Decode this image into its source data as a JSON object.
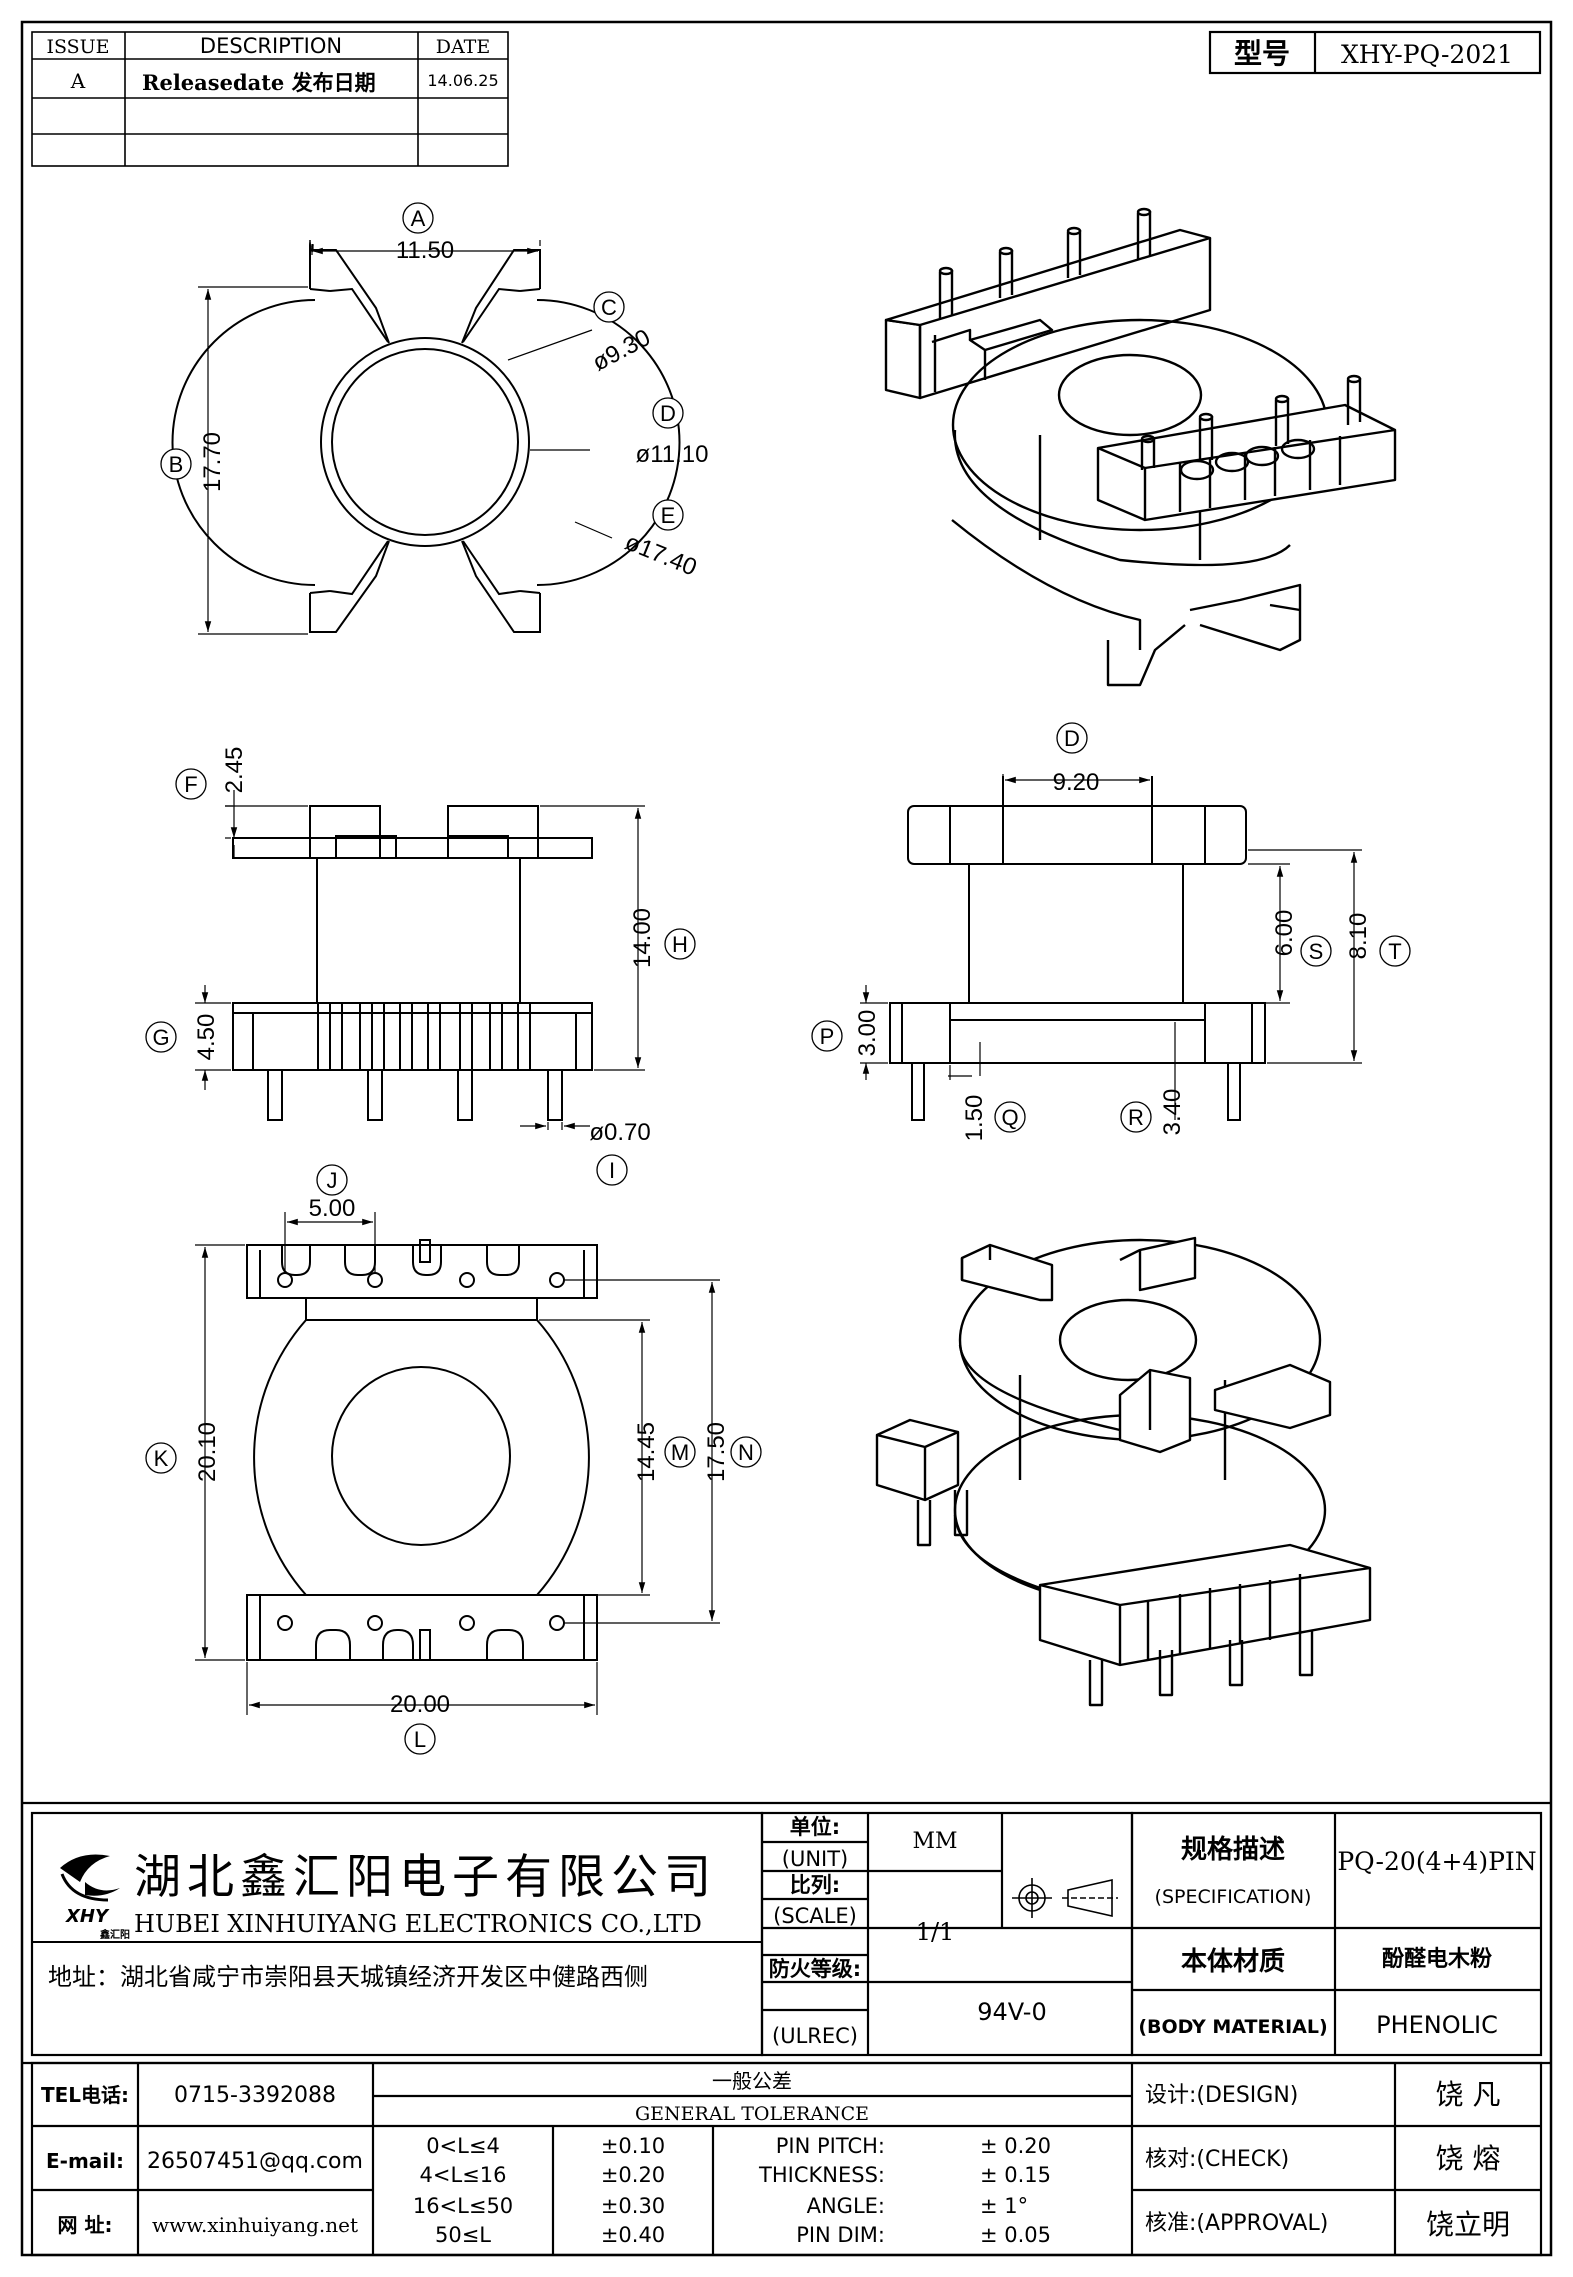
{
  "revision": {
    "headers": [
      "ISSUE",
      "DESCRIPTION",
      "DATE"
    ],
    "rows": [
      [
        "A",
        "Releasedate 发布日期",
        "14.06.25"
      ],
      [
        "",
        "",
        ""
      ],
      [
        "",
        "",
        ""
      ]
    ]
  },
  "model": {
    "label": "型号",
    "value": "XHY-PQ-2021"
  },
  "views": {
    "top": {
      "A": "A",
      "A_val": "11.50",
      "B": "B",
      "B_val": "17.70",
      "C": "C",
      "C_val": "ø9.30",
      "D": "D",
      "D_val": "ø11.10",
      "E": "E",
      "E_val": "ø17.40"
    },
    "front": {
      "F": "F",
      "F_val": "2.45",
      "G": "G",
      "G_val": "4.50",
      "H": "H",
      "H_val": "14.00",
      "I": "I",
      "I_val": "ø0.70"
    },
    "side": {
      "D": "D",
      "D_val": "9.20",
      "S": "S",
      "S_val": "6.00",
      "T": "T",
      "T_val": "8.10",
      "P": "P",
      "P_val": "3.00",
      "Q": "Q",
      "Q_val": "1.50",
      "R": "R",
      "R_val": "3.40"
    },
    "bottom": {
      "J": "J",
      "J_val": "5.00",
      "K": "K",
      "K_val": "20.10",
      "M": "M",
      "M_val": "14.45",
      "N": "N",
      "N_val": "17.50",
      "L": "L",
      "L_val": "20.00"
    }
  },
  "company": {
    "name_cn": "湖北鑫汇阳电子有限公司",
    "name_en": "HUBEI XINHUIYANG ELECTRONICS CO.,LTD",
    "address": "地址：湖北省咸宁市崇阳县天城镇经济开发区中健路西侧",
    "logo_text": "XHY",
    "logo_sub": "鑫汇阳"
  },
  "spec": {
    "unit_cn": "单位:",
    "unit_en": "(UNIT)",
    "unit_val": "MM",
    "scale_cn": "比列:",
    "scale_en": "(SCALE)",
    "scale_val": "1/1",
    "fire_cn": "防火等级:",
    "fire_en": "(ULREC)",
    "fire_val": "94V-0",
    "spec_cn": "规格描述",
    "spec_en": "(SPECIFICATION)",
    "spec_val": "PQ-20(4+4)PIN",
    "mat_cn": "本体材质",
    "mat_en": "(BODY MATERIAL)",
    "mat_val_cn": "酚醛电木粉",
    "mat_val_en": "PHENOLIC"
  },
  "contact": {
    "tel_label": "TEL电话:",
    "tel": "0715-3392088",
    "email_label": "E-mail:",
    "email": "26507451@qq.com",
    "web_label": "网  址:",
    "web": "www.xinhuiyang.net"
  },
  "tolerance": {
    "title_cn": "一般公差",
    "title_en": "GENERAL TOLERANCE",
    "rows": [
      [
        "0<L≤4",
        "±0.10"
      ],
      [
        "4<L≤16",
        "±0.20"
      ],
      [
        "16<L≤50",
        "±0.30"
      ],
      [
        "50≤L",
        "±0.40"
      ]
    ],
    "pins": [
      [
        "PIN PITCH:",
        "±  0.20"
      ],
      [
        "THICKNESS:",
        "±  0.15"
      ],
      [
        "ANGLE:",
        "±  1°"
      ],
      [
        "PIN DIM:",
        "±  0.05"
      ]
    ]
  },
  "signoff": {
    "design_label": "设计:(DESIGN)",
    "design": "饶  凡",
    "check_label": "核对:(CHECK)",
    "check": "饶  熔",
    "approve_label": "核准:(APPROVAL)",
    "approve": "饶立明"
  }
}
